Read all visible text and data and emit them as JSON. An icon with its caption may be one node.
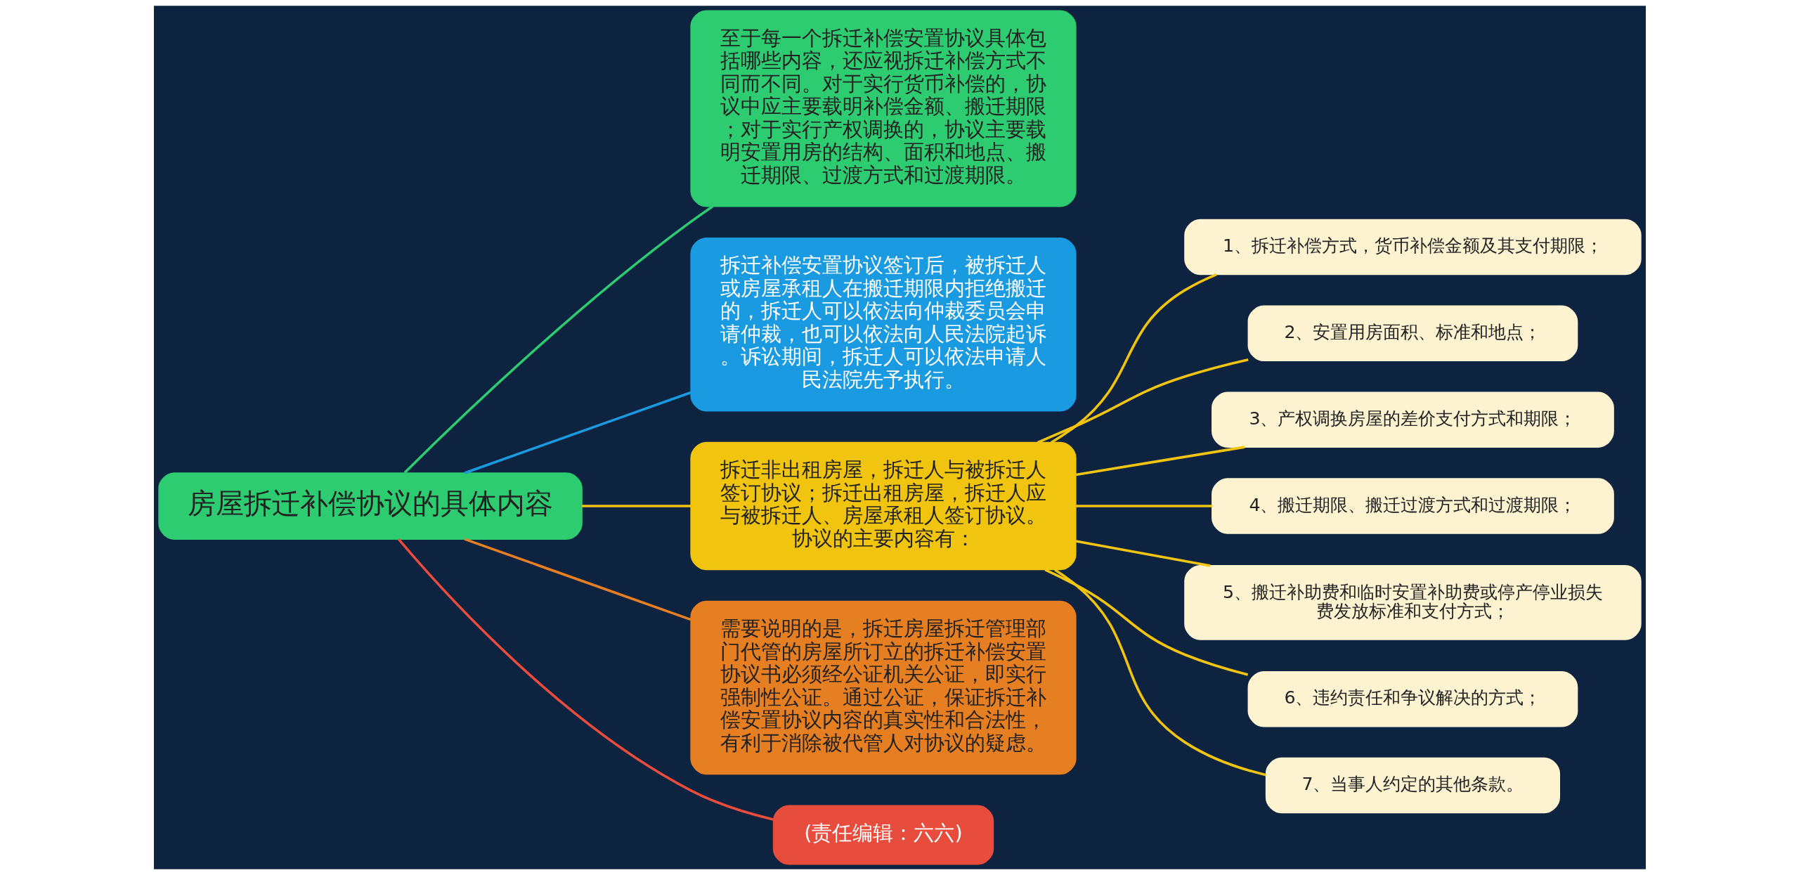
{
  "diagram": {
    "nodes": [
      {
        "text": [
          "房屋拆迁补偿协议的具体内容"
        ]
      },
      {
        "text": [
          "至于每一个拆迁补偿安置协议具体包括哪些内容，还应视拆迁补偿方式不同而不同。对于实行货币补偿的，协议中应主要载明补偿金额、搬迁期限；对于实行产权调换的，协议主要载明安置用房的结构、面积和地点、搬迁期限、过渡方式和过渡期限。"
        ]
      },
      {
        "text": [
          "拆迁补偿安置协议签订后，被拆迁人或房屋承租人在搬迁期限内拒绝搬迁的，拆迁人可以依法向仲裁委员会申请仲裁，也可以依法向人民法院起诉。诉讼期间，拆迁人可以依法申请人民法院先予执行。"
        ]
      },
      {
        "text": [
          "拆迁非出租房屋，拆迁人与被拆迁人签订协议；拆迁出租房屋，拆迁人应与被拆迁人、房屋承租人签订协议。协议的主要内容有："
        ]
      },
      {
        "text": [
          "1、拆迁补偿方式，货币补偿金额及其支付期限；"
        ]
      },
      {
        "text": [
          "2、安置用房面积、标准和地点；"
        ]
      },
      {
        "text": [
          "3、产权调换房屋的差价支付方式和期限；"
        ]
      },
      {
        "text": [
          "4、搬迁期限、搬迁过渡方式和过渡期限；"
        ]
      },
      {
        "text": [
          "5、搬迁补助费和临时安置补助费或停产停业损失费发放标准和支付方式；"
        ]
      },
      {
        "text": [
          "6、违约责任和争议解决的方式；"
        ]
      },
      {
        "text": [
          "7、当事人约定的其他条款。"
        ]
      },
      {
        "text": [
          "需要说明的是，拆迁房屋拆迁管理部门代管的房屋所订立的拆迁补偿安置协议书必须经公证机关公证，即实行强制性公证。通过公证，保证拆迁补偿安置协议内容的真实性和合法性，有利于消除被代管人对协议的疑虑。"
        ]
      },
      {
        "text": [
          "(责任编辑：六六)"
        ]
      }
    ],
    "edges": [
      {
        "from": 0,
        "to": 1,
        "arrow": "none",
        "color": "#2ecc71"
      },
      {
        "from": 0,
        "to": 2,
        "arrow": "none",
        "color": "#1a9ae0"
      },
      {
        "from": 0,
        "to": 3,
        "arrow": "none"
      },
      {
        "from": 3,
        "to": 4,
        "arrow": "none"
      },
      {
        "from": 3,
        "to": 5,
        "arrow": "none"
      },
      {
        "from": 3,
        "to": 6,
        "arrow": "none"
      },
      {
        "from": 3,
        "to": 7,
        "arrow": "none"
      },
      {
        "from": 3,
        "to": 8,
        "arrow": "none"
      },
      {
        "from": 3,
        "to": 9,
        "arrow": "none"
      },
      {
        "from": 3,
        "to": 10,
        "arrow": "none"
      },
      {
        "from": 0,
        "to": 11,
        "arrow": "none",
        "color": "#e67e22"
      },
      {
        "from": 0,
        "to": 12,
        "arrow": "none",
        "color": "#e74c3c"
      }
    ]
  }
}
